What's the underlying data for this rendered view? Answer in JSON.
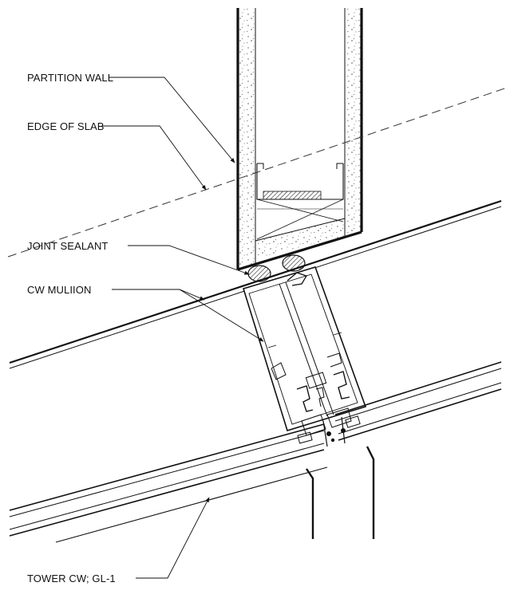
{
  "labels": {
    "partition_wall": "PARTITION WALL",
    "edge_of_slab": "EDGE OF SLAB",
    "joint_sealant": "JOINT SEALANT",
    "cw_mullion": "CW MULIION",
    "tower_cw": "TOWER CW; GL-1"
  },
  "colors": {
    "line": "#111111",
    "background": "#ffffff",
    "hatch": "#555555"
  }
}
